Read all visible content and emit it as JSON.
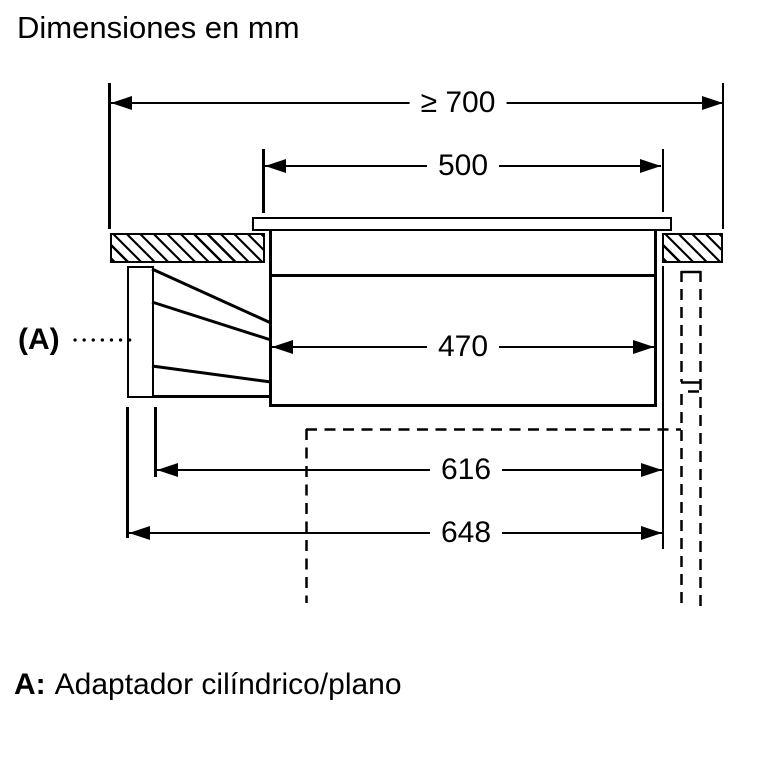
{
  "title": "Dimensiones en mm",
  "dims": {
    "worktop": "≥ 700",
    "cutout": "500",
    "inner": "470",
    "depth616": "616",
    "depth648": "648"
  },
  "callout": {
    "label": "(A)"
  },
  "note": {
    "key": "A:",
    "text": "Adaptador cilíndrico/plano"
  },
  "colors": {
    "line": "#000000",
    "background": "#ffffff"
  }
}
